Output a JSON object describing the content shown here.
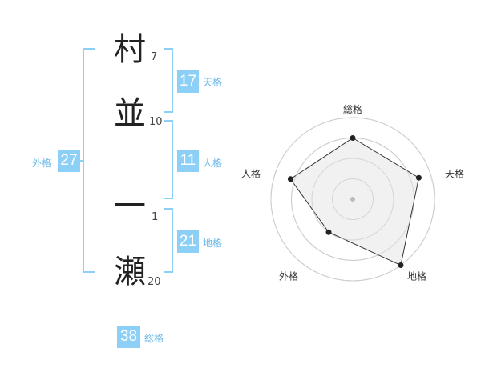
{
  "name_chars": [
    {
      "char": "村",
      "strokes": "7"
    },
    {
      "char": "並",
      "strokes": "10"
    },
    {
      "char": "一",
      "strokes": "1"
    },
    {
      "char": "瀬",
      "strokes": "20"
    }
  ],
  "fortune": {
    "tenkaku": {
      "value": "17",
      "label": "天格"
    },
    "jinkaku": {
      "value": "11",
      "label": "人格"
    },
    "chikaku": {
      "value": "21",
      "label": "地格"
    },
    "gaikaku": {
      "value": "27",
      "label": "外格"
    },
    "soukaku": {
      "value": "38",
      "label": "総格"
    }
  },
  "chart_data": {
    "type": "radar",
    "axes": [
      "総格",
      "天格",
      "地格",
      "外格",
      "人格"
    ],
    "values": [
      0.75,
      0.85,
      1.0,
      0.5,
      0.8
    ],
    "ring_count": 4,
    "colors": {
      "fill": "#eeeeee",
      "line": "#333333",
      "ring": "#cccccc",
      "center": "#bbbbbb"
    }
  }
}
